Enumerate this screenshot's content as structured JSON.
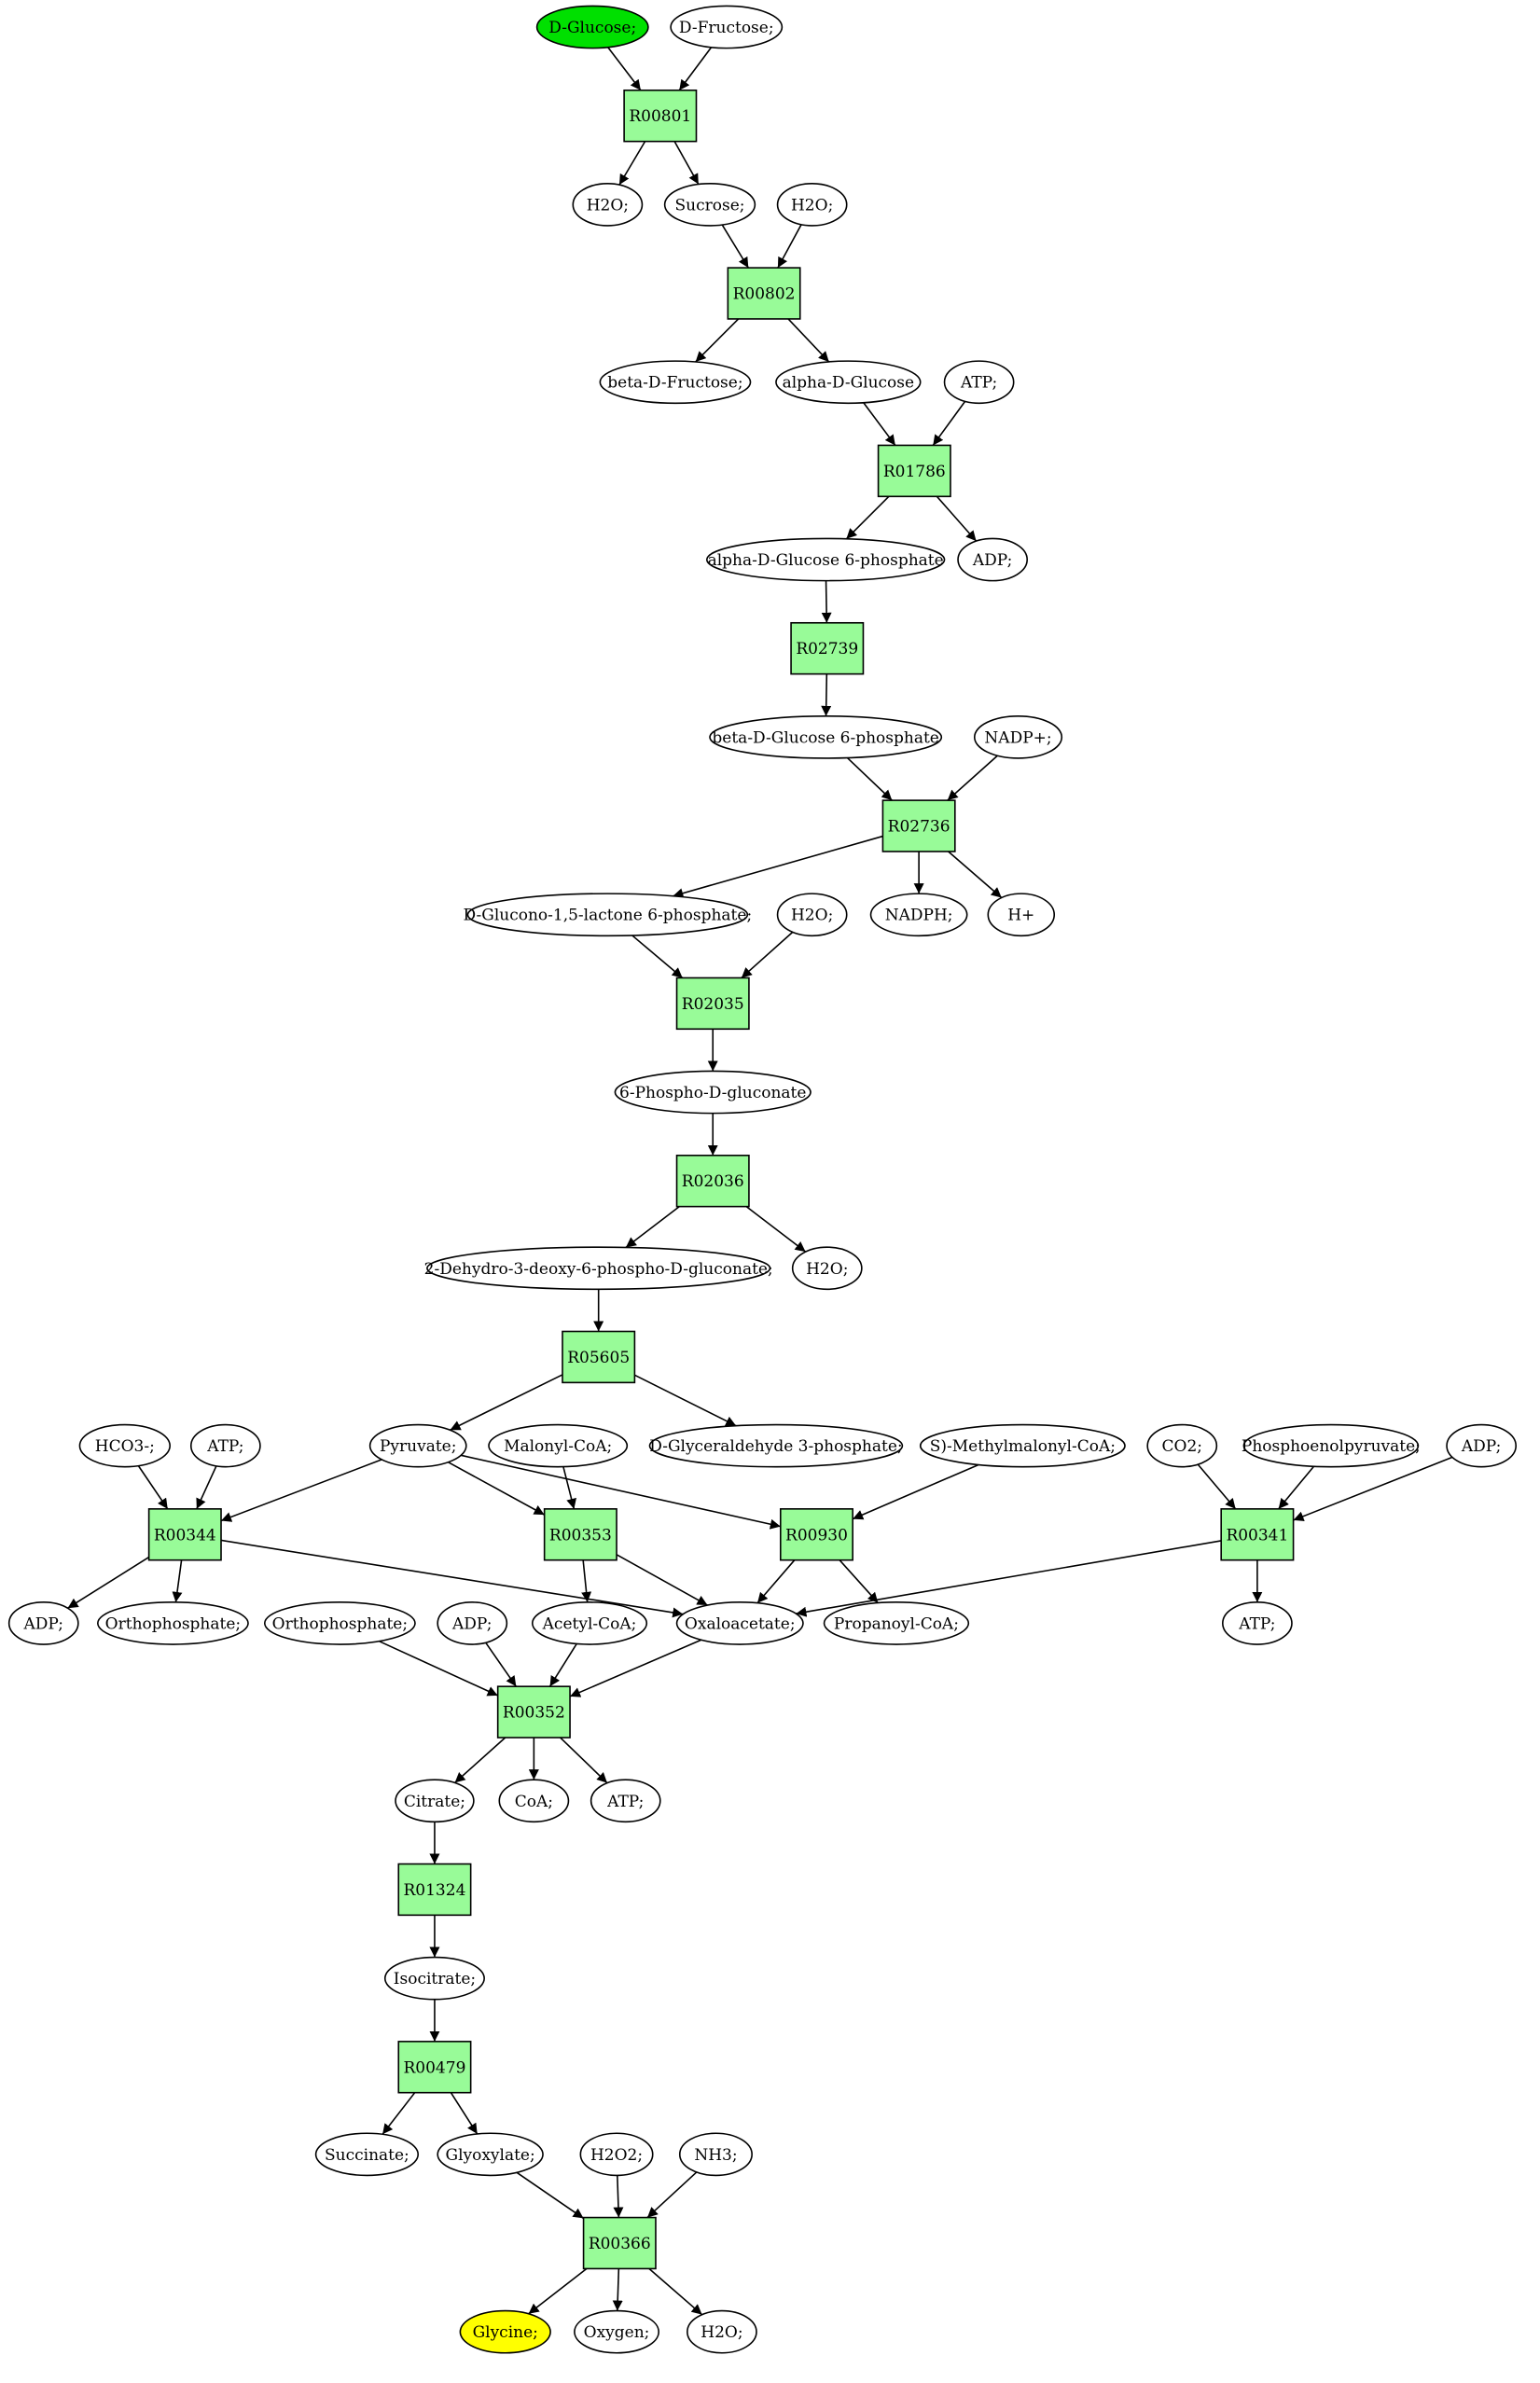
{
  "reactions": [
    {
      "id": "R00801"
    },
    {
      "id": "R00802"
    },
    {
      "id": "R01786"
    },
    {
      "id": "R02739"
    },
    {
      "id": "R02736"
    },
    {
      "id": "R02035"
    },
    {
      "id": "R02036"
    },
    {
      "id": "R05605"
    },
    {
      "id": "R00344"
    },
    {
      "id": "R00353"
    },
    {
      "id": "R00930"
    },
    {
      "id": "R00341"
    },
    {
      "id": "R00352"
    },
    {
      "id": "R01324"
    },
    {
      "id": "R00479"
    },
    {
      "id": "R00366"
    }
  ],
  "metabolites": [
    {
      "key": "glc",
      "label": "D-Glucose;",
      "role": "start"
    },
    {
      "key": "fru",
      "label": "D-Fructose;"
    },
    {
      "key": "h2o_1",
      "label": "H2O;"
    },
    {
      "key": "suc",
      "label": "Sucrose;"
    },
    {
      "key": "h2o_2",
      "label": "H2O;"
    },
    {
      "key": "bfru",
      "label": "beta-D-Fructose;"
    },
    {
      "key": "aglc",
      "label": "alpha-D-Glucose"
    },
    {
      "key": "atp_1",
      "label": "ATP;"
    },
    {
      "key": "ag6p",
      "label": "alpha-D-Glucose 6-phosphate"
    },
    {
      "key": "adp_1",
      "label": "ADP;"
    },
    {
      "key": "bg6p",
      "label": "beta-D-Glucose 6-phosphate"
    },
    {
      "key": "nadp",
      "label": "NADP+;"
    },
    {
      "key": "glac",
      "label": "D-Glucono-1,5-lactone 6-phosphate;"
    },
    {
      "key": "h2o_3",
      "label": "H2O;"
    },
    {
      "key": "nadph",
      "label": "NADPH;"
    },
    {
      "key": "hplus",
      "label": "H+"
    },
    {
      "key": "pgl",
      "label": "6-Phospho-D-gluconate"
    },
    {
      "key": "kdpg",
      "label": "2-Dehydro-3-deoxy-6-phospho-D-gluconate;"
    },
    {
      "key": "h2o_4",
      "label": "H2O;"
    },
    {
      "key": "pyr",
      "label": "Pyruvate;"
    },
    {
      "key": "gap",
      "label": "D-Glyceraldehyde 3-phosphate;"
    },
    {
      "key": "hco3",
      "label": "HCO3-;"
    },
    {
      "key": "atp_2",
      "label": "ATP;"
    },
    {
      "key": "malcoa",
      "label": "Malonyl-CoA;"
    },
    {
      "key": "mmcoa",
      "label": "S)-Methylmalonyl-CoA;"
    },
    {
      "key": "co2",
      "label": "CO2;"
    },
    {
      "key": "pep",
      "label": "Phosphoenolpyruvate;"
    },
    {
      "key": "adp_2",
      "label": "ADP;"
    },
    {
      "key": "adp_3",
      "label": "ADP;"
    },
    {
      "key": "pi_1",
      "label": "Orthophosphate;"
    },
    {
      "key": "pi_2",
      "label": "Orthophosphate;"
    },
    {
      "key": "adp_4",
      "label": "ADP;"
    },
    {
      "key": "accoa",
      "label": "Acetyl-CoA;"
    },
    {
      "key": "oaa",
      "label": "Oxaloacetate;"
    },
    {
      "key": "ppcoa",
      "label": "Propanoyl-CoA;"
    },
    {
      "key": "atp_3",
      "label": "ATP;"
    },
    {
      "key": "cit",
      "label": "Citrate;"
    },
    {
      "key": "coa",
      "label": "CoA;"
    },
    {
      "key": "atp_4",
      "label": "ATP;"
    },
    {
      "key": "icit",
      "label": "Isocitrate;"
    },
    {
      "key": "succ",
      "label": "Succinate;"
    },
    {
      "key": "glx",
      "label": "Glyoxylate;"
    },
    {
      "key": "h2o2",
      "label": "H2O2;"
    },
    {
      "key": "nh3",
      "label": "NH3;"
    },
    {
      "key": "gly",
      "label": "Glycine;",
      "role": "end"
    },
    {
      "key": "o2",
      "label": "Oxygen;"
    },
    {
      "key": "h2o_5",
      "label": "H2O;"
    }
  ],
  "edges": [
    [
      "glc",
      "R00801"
    ],
    [
      "fru",
      "R00801"
    ],
    [
      "R00801",
      "h2o_1"
    ],
    [
      "R00801",
      "suc"
    ],
    [
      "suc",
      "R00802"
    ],
    [
      "h2o_2",
      "R00802"
    ],
    [
      "R00802",
      "bfru"
    ],
    [
      "R00802",
      "aglc"
    ],
    [
      "aglc",
      "R01786"
    ],
    [
      "atp_1",
      "R01786"
    ],
    [
      "R01786",
      "ag6p"
    ],
    [
      "R01786",
      "adp_1"
    ],
    [
      "ag6p",
      "R02739"
    ],
    [
      "R02739",
      "bg6p"
    ],
    [
      "bg6p",
      "R02736"
    ],
    [
      "nadp",
      "R02736"
    ],
    [
      "R02736",
      "glac"
    ],
    [
      "R02736",
      "nadph"
    ],
    [
      "R02736",
      "hplus"
    ],
    [
      "glac",
      "R02035"
    ],
    [
      "h2o_3",
      "R02035"
    ],
    [
      "R02035",
      "pgl"
    ],
    [
      "pgl",
      "R02036"
    ],
    [
      "R02036",
      "kdpg"
    ],
    [
      "R02036",
      "h2o_4"
    ],
    [
      "kdpg",
      "R05605"
    ],
    [
      "R05605",
      "pyr"
    ],
    [
      "R05605",
      "gap"
    ],
    [
      "hco3",
      "R00344"
    ],
    [
      "atp_2",
      "R00344"
    ],
    [
      "pyr",
      "R00344"
    ],
    [
      "R00344",
      "adp_3"
    ],
    [
      "R00344",
      "pi_1"
    ],
    [
      "R00344",
      "oaa"
    ],
    [
      "pyr",
      "R00353"
    ],
    [
      "malcoa",
      "R00353"
    ],
    [
      "R00353",
      "accoa"
    ],
    [
      "R00353",
      "oaa"
    ],
    [
      "pyr",
      "R00930"
    ],
    [
      "mmcoa",
      "R00930"
    ],
    [
      "R00930",
      "oaa"
    ],
    [
      "R00930",
      "ppcoa"
    ],
    [
      "co2",
      "R00341"
    ],
    [
      "pep",
      "R00341"
    ],
    [
      "adp_2",
      "R00341"
    ],
    [
      "R00341",
      "oaa"
    ],
    [
      "R00341",
      "atp_3"
    ],
    [
      "pi_2",
      "R00352"
    ],
    [
      "adp_4",
      "R00352"
    ],
    [
      "accoa",
      "R00352"
    ],
    [
      "oaa",
      "R00352"
    ],
    [
      "R00352",
      "cit"
    ],
    [
      "R00352",
      "coa"
    ],
    [
      "R00352",
      "atp_4"
    ],
    [
      "cit",
      "R01324"
    ],
    [
      "R01324",
      "icit"
    ],
    [
      "icit",
      "R00479"
    ],
    [
      "R00479",
      "succ"
    ],
    [
      "R00479",
      "glx"
    ],
    [
      "glx",
      "R00366"
    ],
    [
      "h2o2",
      "R00366"
    ],
    [
      "nh3",
      "R00366"
    ],
    [
      "R00366",
      "gly"
    ],
    [
      "R00366",
      "o2"
    ],
    [
      "R00366",
      "h2o_5"
    ]
  ]
}
